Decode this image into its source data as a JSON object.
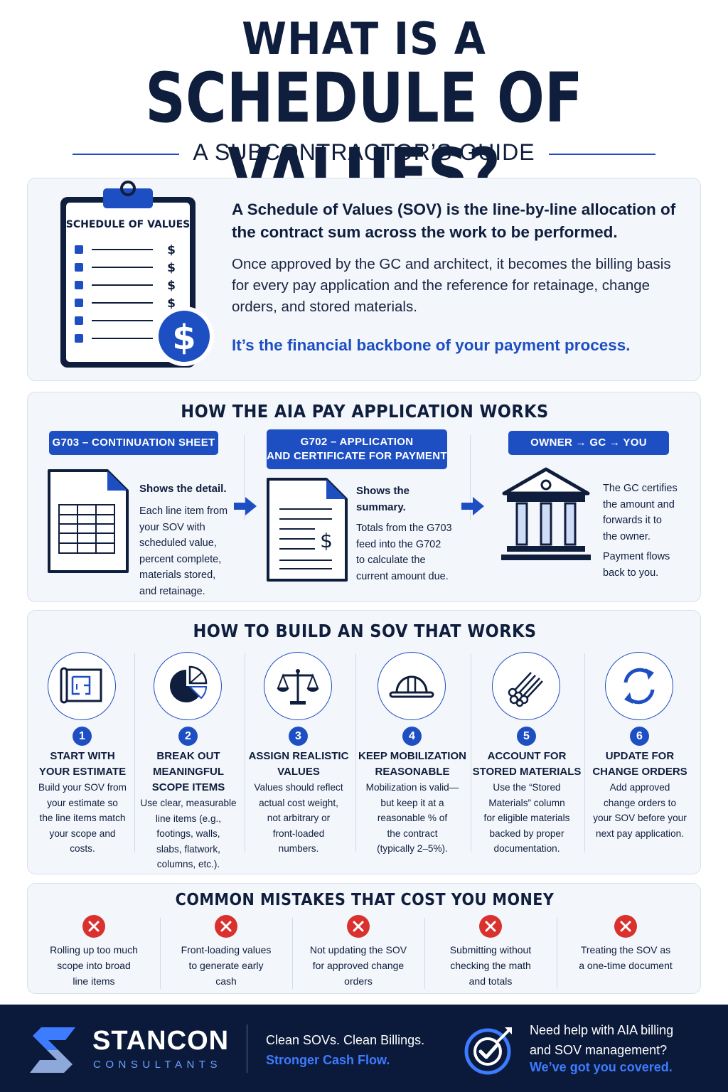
{
  "header": {
    "title_line1": "WHAT IS A",
    "title_line2": "SCHEDULE OF VALUES?",
    "subtitle": "A SUBCONTRACTOR’S GUIDE"
  },
  "intro": {
    "clipboard_title": "SCHEDULE OF VALUES",
    "dollar": "$",
    "lead": "A Schedule of Values (SOV) is the line-by-line allocation of the contract sum across the work to be performed.",
    "body": "Once approved by the GC and architect, it becomes the billing basis for every pay application and the reference for retainage, change orders, and stored materials.",
    "highlight": "It’s the financial backbone of your payment process."
  },
  "aia": {
    "title": "HOW THE AIA PAY APPLICATION WORKS",
    "columns": [
      {
        "pill": "G703 – CONTINUATION SHEET",
        "heading": "Shows the detail.",
        "text": [
          "Each line item from",
          "your SOV with",
          "scheduled value,",
          "percent complete,",
          "materials stored,",
          "and retainage."
        ]
      },
      {
        "pill_line1": "G702 – APPLICATION",
        "pill_line2": "AND CERTIFICATE FOR PAYMENT",
        "heading_line1": "Shows the",
        "heading_line2": "summary.",
        "text": [
          "Totals from the G703",
          "feed into the G702",
          "to calculate the",
          "current amount due."
        ]
      },
      {
        "pill": "OWNER → GC → YOU",
        "text1": [
          "The GC certifies",
          "the amount and",
          "forwards it to",
          "the owner."
        ],
        "text2": [
          "Payment flows",
          "back to you."
        ]
      }
    ]
  },
  "build": {
    "title": "HOW TO BUILD AN SOV THAT WORKS",
    "steps": [
      {
        "num": "1",
        "icon": "blueprint-icon",
        "title": [
          "START WITH",
          "YOUR ESTIMATE"
        ],
        "text": [
          "Build your SOV from",
          "your estimate so",
          "the line items match",
          "your scope and",
          "costs."
        ]
      },
      {
        "num": "2",
        "icon": "pie-chart-icon",
        "title": [
          "BREAK OUT",
          "MEANINGFUL",
          "SCOPE ITEMS"
        ],
        "text": [
          "Use clear, measurable",
          "line items (e.g.,",
          "footings, walls,",
          "slabs, flatwork,",
          "columns, etc.)."
        ]
      },
      {
        "num": "3",
        "icon": "scale-icon",
        "title": [
          "ASSIGN REALISTIC",
          "VALUES"
        ],
        "text": [
          "Values should reflect",
          "actual cost weight,",
          "not arbitrary or",
          "front-loaded",
          "numbers."
        ]
      },
      {
        "num": "4",
        "icon": "hard-hat-icon",
        "title": [
          "KEEP MOBILIZATION",
          "REASONABLE"
        ],
        "text": [
          "Mobilization is valid—",
          "but keep it at a",
          "reasonable % of",
          "the contract",
          "(typically 2–5%)."
        ]
      },
      {
        "num": "5",
        "icon": "materials-icon",
        "title": [
          "ACCOUNT FOR",
          "STORED MATERIALS"
        ],
        "text": [
          "Use the “Stored",
          "Materials” column",
          "for eligible materials",
          "backed by proper",
          "documentation."
        ]
      },
      {
        "num": "6",
        "icon": "refresh-icon",
        "title": [
          "UPDATE FOR",
          "CHANGE ORDERS"
        ],
        "text": [
          "Add approved",
          "change orders to",
          "your SOV before your",
          "next pay application."
        ]
      }
    ]
  },
  "mistakes": {
    "title": "COMMON MISTAKES THAT COST YOU MONEY",
    "items": [
      [
        "Rolling up too much",
        "scope into broad",
        "line items"
      ],
      [
        "Front-loading values",
        "to generate early",
        "cash"
      ],
      [
        "Not updating the SOV",
        "for approved change",
        "orders"
      ],
      [
        "Submitting without",
        "checking the math",
        "and totals"
      ],
      [
        "Treating the SOV as",
        "a one-time document"
      ]
    ]
  },
  "footer": {
    "brand_name": "STANCON",
    "brand_sub": "CONSULTANTS",
    "tagline1": "Clean SOVs. Clean Billings.",
    "tagline2": "Stronger Cash Flow.",
    "cta_line1": "Need help with AIA billing",
    "cta_line2": "and SOV management?",
    "cta_highlight": "We’ve got you covered."
  },
  "colors": {
    "navy": "#0f1e3d",
    "accent_blue": "#1e4fc2",
    "card_bg": "#f3f6fb",
    "error_red": "#d9322e",
    "footer_bg": "#0b1a3a"
  }
}
